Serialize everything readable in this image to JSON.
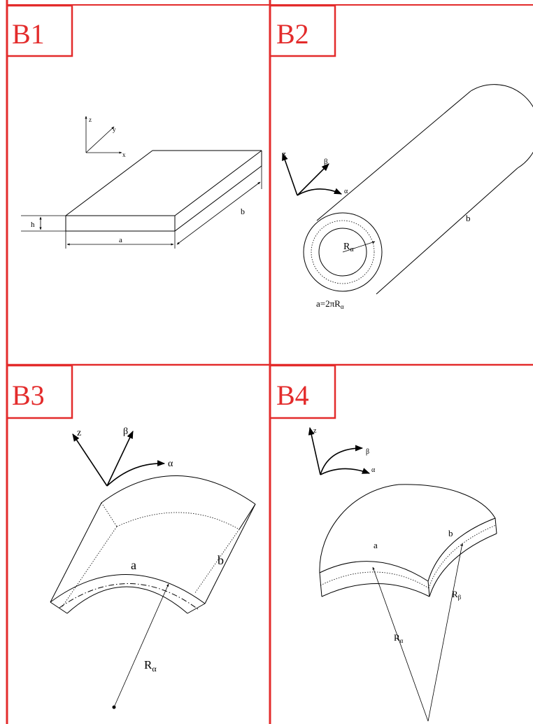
{
  "colors": {
    "panel_border": "#e32b2b",
    "lines": "#000000",
    "background": "#ffffff"
  },
  "panels": [
    {
      "id": "B1",
      "label": "B1",
      "axes": {
        "z": "z",
        "y": "y",
        "x": "x"
      },
      "dims": {
        "h": "h",
        "a": "a",
        "b": "b"
      }
    },
    {
      "id": "B2",
      "label": "B2",
      "axes": {
        "z": "z",
        "beta": "β",
        "alpha": "α"
      },
      "dims": {
        "b": "b",
        "r_main": "R",
        "r_sub": "α",
        "circ": "a=2πR",
        "circ_sub": "α"
      }
    },
    {
      "id": "B3",
      "label": "B3",
      "axes": {
        "z": "z",
        "beta": "β",
        "alpha": "α"
      },
      "dims": {
        "a": "a",
        "b": "b",
        "r_main": "R",
        "r_sub": "α"
      }
    },
    {
      "id": "B4",
      "label": "B4",
      "axes": {
        "z": "z",
        "beta": "β",
        "alpha": "α"
      },
      "dims": {
        "a": "a",
        "b": "b",
        "ra_main": "R",
        "ra_sub": "α",
        "rb_main": "R",
        "rb_sub": "β"
      }
    }
  ]
}
